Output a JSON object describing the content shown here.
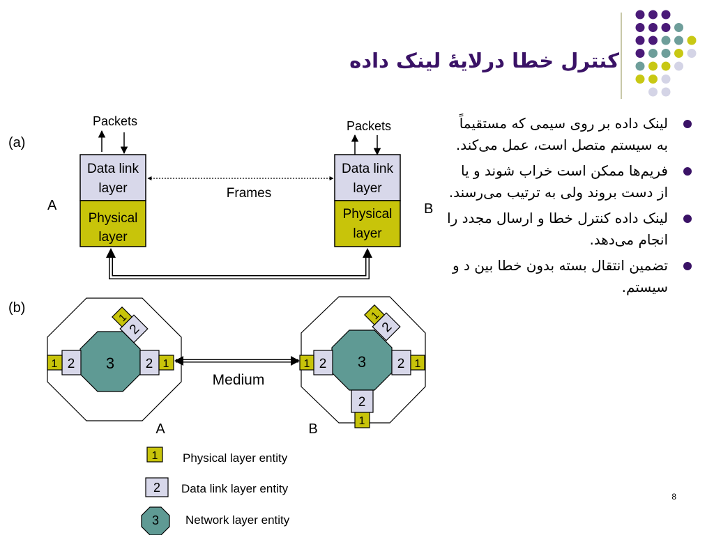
{
  "title": "کنترل خطا درلایهٔ لینک داده",
  "bullets": [
    "لینک داده بر روی سیمی که مستقیماً به سیستم متصل است، عمل می‌کند.",
    "فریم‌ها ممکن است خراب شوند و یا از دست بروند ولی به ترتیب می‌رسند.",
    "لینک داده کنترل خطا و ارسال مجدد را انجام می‌دهد.",
    "تضمین انتقال بسته بدون خطا بین د و سیستم."
  ],
  "diagram_a": {
    "label": "(a)",
    "packets_left": "Packets",
    "packets_right": "Packets",
    "data_link_line1": "Data link",
    "data_link_line2": "layer",
    "physical_line1": "Physical",
    "physical_line2": "layer",
    "frames": "Frames",
    "node_a": "A",
    "node_b": "B"
  },
  "diagram_b": {
    "label": "(b)",
    "medium": "Medium",
    "node_a": "A",
    "node_b": "B",
    "physical_num": "1",
    "datalink_num": "2",
    "network_num": "3"
  },
  "legend": {
    "physical": "Physical layer entity",
    "datalink": "Data link layer entity",
    "network": "Network layer entity"
  },
  "page_number": "8",
  "colors": {
    "title": "#3a1266",
    "physical": "#c8c40a",
    "datalink": "#d8d8ea",
    "network": "#5f9a94",
    "dot_purple": "#4a1a78",
    "dot_teal": "#6e9e9a",
    "dot_yellow": "#c8c814",
    "dot_lavender": "#d4d4e6"
  }
}
